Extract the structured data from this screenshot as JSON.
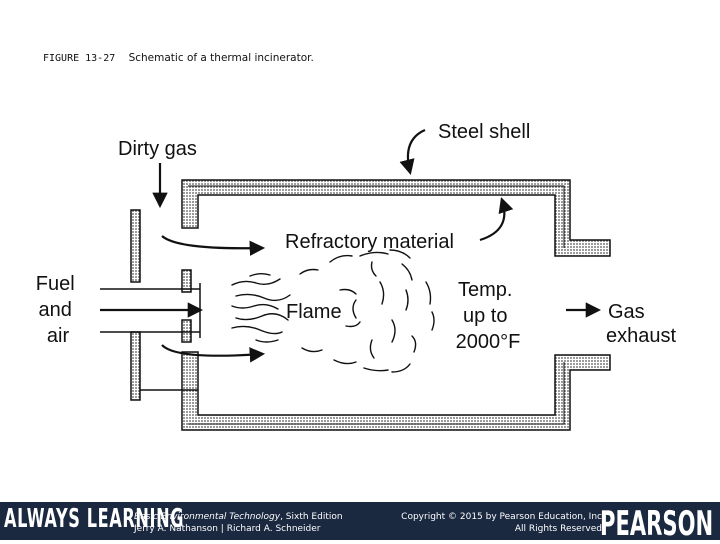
{
  "caption": {
    "figure_label": "FIGURE 13-27",
    "text": "Schematic of a thermal incinerator."
  },
  "diagram": {
    "labels": {
      "dirty_gas": "Dirty gas",
      "steel_shell": "Steel shell",
      "refractory_material": "Refractory material",
      "fuel_and_air": [
        "Fuel",
        "and",
        "air"
      ],
      "flame": "Flame",
      "temperature": [
        "Temp.",
        "up to",
        "2000°F"
      ],
      "gas_exhaust": [
        "Gas",
        "exhaust"
      ]
    }
  },
  "footer": {
    "always_learning": "ALWAYS LEARNING",
    "book_title": "Basic Environmental Technology",
    "book_edition": ", Sixth Edition",
    "authors": "Jerry A. Nathanson | Richard A. Schneider",
    "copyright": "Copyright © 2015 by Pearson Education, Inc",
    "rights": "All Rights Reserved",
    "brand": "PEARSON"
  },
  "colors": {
    "footer_background": "#1a2840",
    "shell_fill": "#b5b5b5",
    "line": "#111111"
  }
}
